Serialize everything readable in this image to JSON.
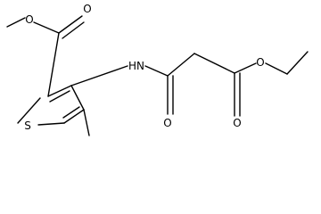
{
  "molecule": {
    "atoms": {
      "S": {
        "symbol": "S"
      },
      "N": {
        "symbol": "HN"
      },
      "O1": {
        "symbol": "O"
      },
      "O2": {
        "symbol": "O"
      },
      "O3": {
        "symbol": "O"
      },
      "O4": {
        "symbol": "O"
      },
      "O5": {
        "symbol": "O"
      }
    }
  }
}
